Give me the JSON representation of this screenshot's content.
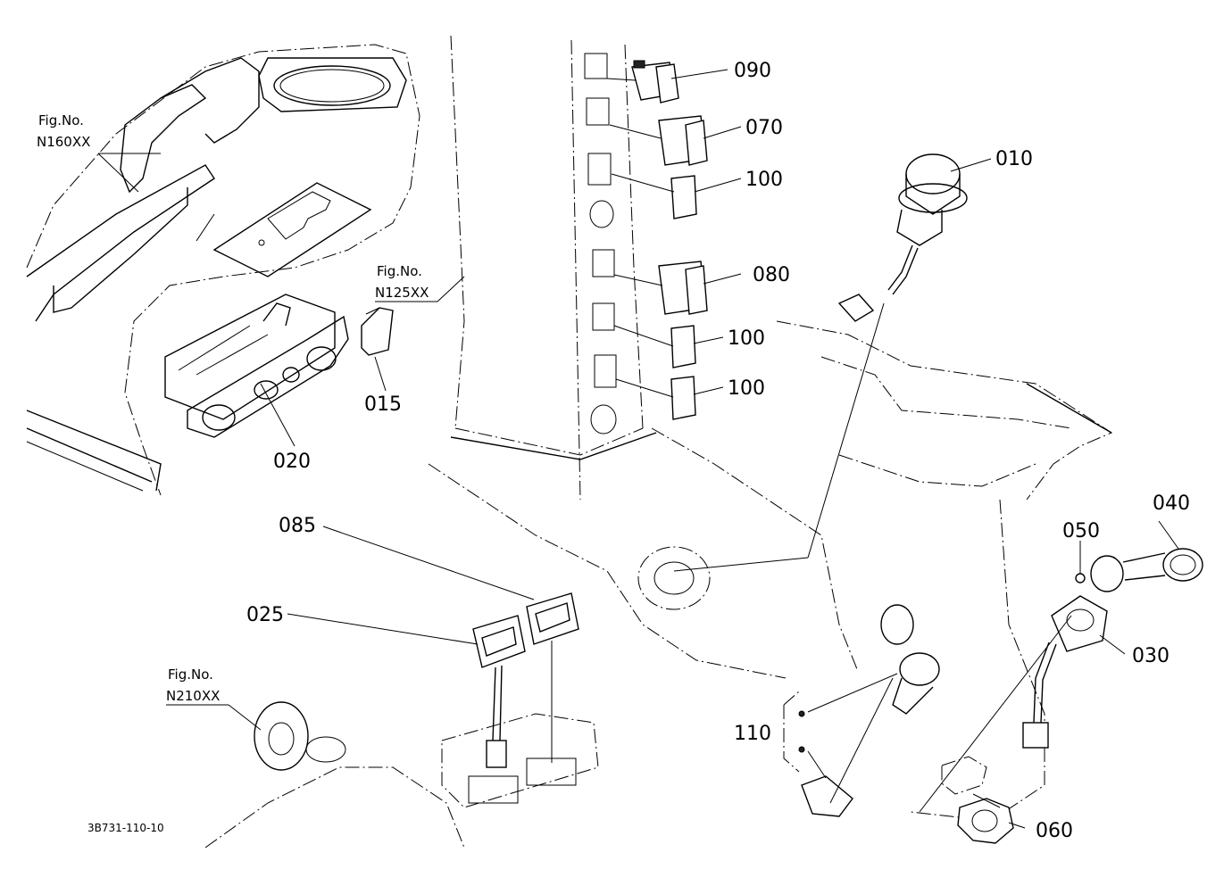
{
  "diagram_code": "3B731-110-10",
  "fig_refs": [
    {
      "label": "Fig.No.",
      "number": "N160XX"
    },
    {
      "label": "Fig.No.",
      "number": "N125XX"
    },
    {
      "label": "Fig.No.",
      "number": "N210XX"
    }
  ],
  "callouts": {
    "c010": "010",
    "c015": "015",
    "c020": "020",
    "c025": "025",
    "c030": "030",
    "c040": "040",
    "c050": "050",
    "c060": "060",
    "c070": "070",
    "c080": "080",
    "c085": "085",
    "c090": "090",
    "c100a": "100",
    "c100b": "100",
    "c100c": "100",
    "c110": "110"
  }
}
